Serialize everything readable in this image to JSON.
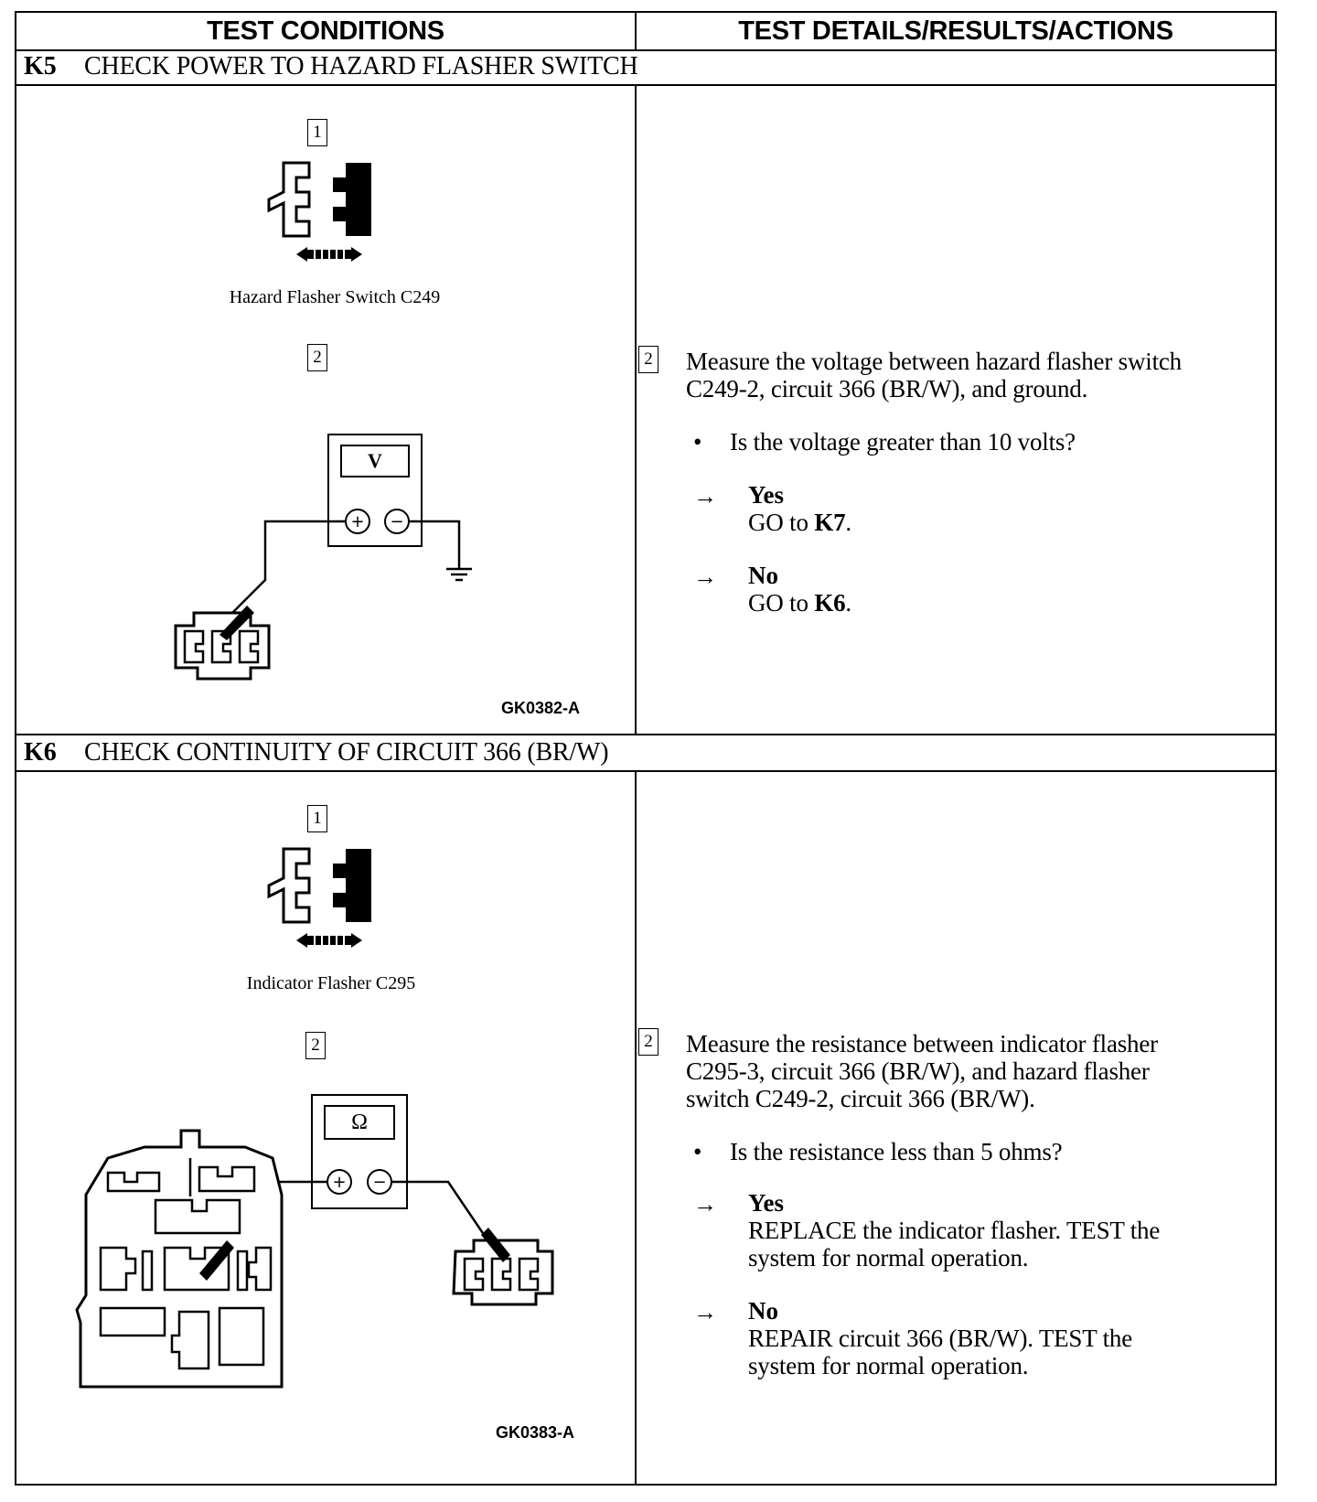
{
  "header": {
    "left": "TEST CONDITIONS",
    "right": "TEST DETAILS/RESULTS/ACTIONS"
  },
  "sections": [
    {
      "code": "K5",
      "title": "CHECK POWER TO HAZARD FLASHER SWITCH",
      "diagram": {
        "step1": "1",
        "caption": "Hazard Flasher Switch C249",
        "step2": "2",
        "meter_symbol": "V",
        "figure_code": "GK0382-A"
      },
      "details": {
        "step": "2",
        "instruction_line1": "Measure the voltage between hazard flasher switch",
        "instruction_line2": "C249-2, circuit 366 (BR/W), and ground.",
        "bullet": "•",
        "question": "Is the voltage greater than 10 volts?",
        "arrow": "→",
        "answers": [
          {
            "label": "Yes",
            "action_prefix": "GO to ",
            "action_target": "K7",
            "action_suffix": "."
          },
          {
            "label": "No",
            "action_prefix": "GO to ",
            "action_target": "K6",
            "action_suffix": "."
          }
        ]
      }
    },
    {
      "code": "K6",
      "title": "CHECK CONTINUITY OF CIRCUIT 366 (BR/W)",
      "diagram": {
        "step1": "1",
        "caption": "Indicator Flasher C295",
        "step2": "2",
        "meter_symbol": "Ω",
        "figure_code": "GK0383-A"
      },
      "details": {
        "step": "2",
        "instruction_line1": "Measure the resistance between indicator flasher",
        "instruction_line2": "C295-3, circuit 366 (BR/W), and hazard flasher",
        "instruction_line3": "switch C249-2, circuit 366 (BR/W).",
        "bullet": "•",
        "question": "Is the resistance less than 5 ohms?",
        "arrow": "→",
        "answers": [
          {
            "label": "Yes",
            "line1": "REPLACE the indicator flasher. TEST the",
            "line2": "system for normal operation."
          },
          {
            "label": "No",
            "line1": "REPAIR circuit 366 (BR/W). TEST the",
            "line2": "system for normal operation."
          }
        ]
      }
    }
  ]
}
